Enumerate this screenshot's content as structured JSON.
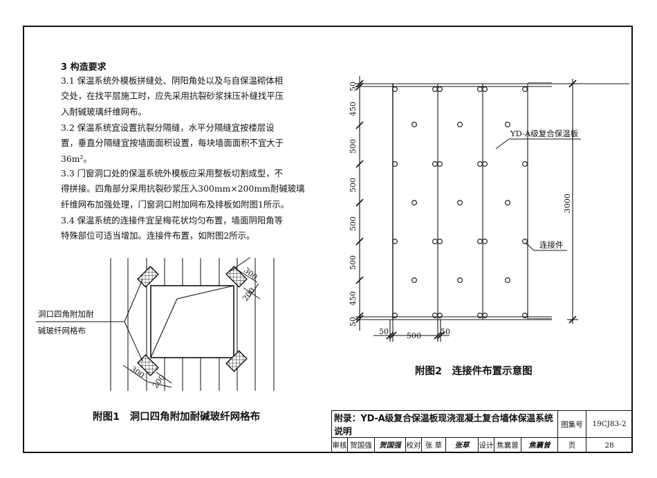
{
  "section": {
    "heading": "3 构造要求",
    "paragraphs": [
      "3.1 保温系统外模板拼缝处、阴阳角处以及与自保温砌体相\n交处，在找平层施工时，应先采用抗裂砂浆抹压补缝找平压\n入耐碱玻璃纤维网布。",
      "3.2 保温系统宜设置抗裂分隔缝，水平分隔缝宜按楼层设\n置，垂直分隔缝宜按墙面面积设置，每块墙面面积不宜大于\n36m²。",
      "3.3 门窗洞口处的保温系统外模板应采用整板切割成型，不\n得拼接。四角部分采用抗裂砂浆压入300mm×200mm耐碱玻璃\n纤维网布加强处理，门窗洞口附加网布及排板如附图1所示。",
      "3.4 保温系统的连接件宜呈梅花状均匀布置，墙面阴阳角等\n特殊部位可适当增加。连接件布置，如附图2所示。"
    ]
  },
  "figure1": {
    "caption": "附图1　洞口四角附加耐碱玻纤网格布",
    "leader_label_line1": "洞口四角附加耐",
    "leader_label_line2": "碱玻纤网格布",
    "dim_top_300": "300",
    "dim_top_200": "200",
    "dim_bottom_300": "300",
    "dim_bottom_200": "200"
  },
  "figure2": {
    "caption": "附图2　连接件布置示意图",
    "vertical_dims": [
      "50",
      "450",
      "500",
      "500",
      "500",
      "500",
      "450",
      "50"
    ],
    "bottom_dims": [
      "50",
      "500",
      "50"
    ],
    "total_height": "3000",
    "panel_label": "YD-A级复合保温板",
    "connector_label": "连接件"
  },
  "title_block": {
    "title": "附录：YD-A级复合保温板现浇混凝土复合墙体保温系统说明",
    "atlas_label": "图集号",
    "atlas_no": "19CJ83-2",
    "review_label": "审核",
    "reviewer": "贺国强",
    "reviewer_sig": "贺国强",
    "check_label": "校对",
    "checker": "张 草",
    "checker_sig": "张草",
    "design_label": "设计",
    "designer": "焦襄曾",
    "designer_sig": "焦襄曾",
    "page_label": "页",
    "page_no": "28"
  }
}
